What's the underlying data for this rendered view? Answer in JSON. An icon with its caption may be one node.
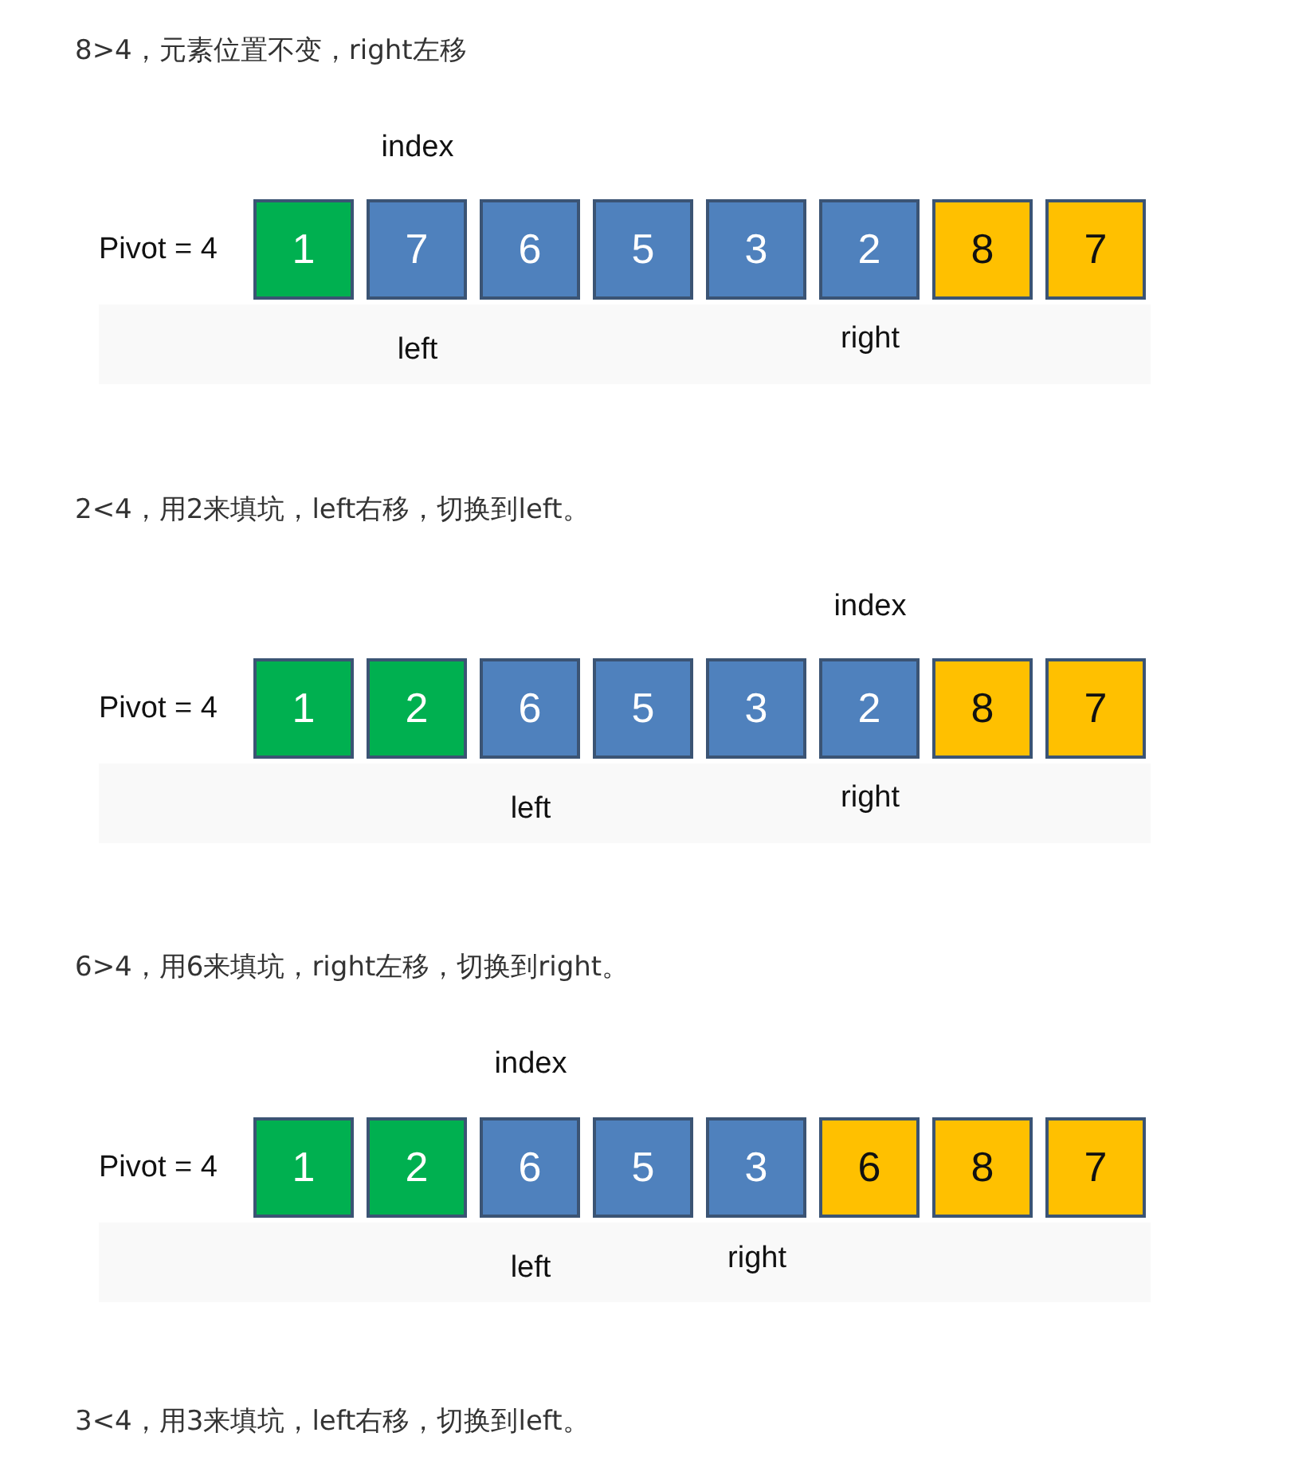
{
  "diagram": {
    "nodes": [
      {
        "text": [
          "1"
        ]
      },
      {
        "text": [
          "7"
        ]
      },
      {
        "text": [
          "6"
        ]
      },
      {
        "text": [
          "5"
        ]
      },
      {
        "text": [
          "3"
        ]
      },
      {
        "text": [
          "2"
        ]
      },
      {
        "text": [
          "8"
        ]
      },
      {
        "text": [
          "7"
        ]
      },
      {
        "text": [
          "1"
        ]
      },
      {
        "text": [
          "2"
        ]
      },
      {
        "text": [
          "6"
        ]
      },
      {
        "text": [
          "5"
        ]
      },
      {
        "text": [
          "3"
        ]
      },
      {
        "text": [
          "2"
        ]
      },
      {
        "text": [
          "8"
        ]
      },
      {
        "text": [
          "7"
        ]
      },
      {
        "text": [
          "1"
        ]
      },
      {
        "text": [
          "2"
        ]
      },
      {
        "text": [
          "6"
        ]
      },
      {
        "text": [
          "5"
        ]
      },
      {
        "text": [
          "3"
        ]
      },
      {
        "text": [
          "6"
        ]
      },
      {
        "text": [
          "8"
        ]
      },
      {
        "text": [
          "7"
        ]
      }
    ],
    "labels": [
      "8>4，元素位置不变，right左移",
      "index",
      "Pivot = 4",
      "left",
      "right",
      "2<4，用2来填坑，left右移，切换到left。",
      "index",
      "Pivot = 4",
      "left",
      "right",
      "6>4，用6来填坑，right左移，切换到right。",
      "index",
      "Pivot = 4",
      "left",
      "right",
      "3<4，用3来填坑，left右移，切换到left。"
    ]
  }
}
